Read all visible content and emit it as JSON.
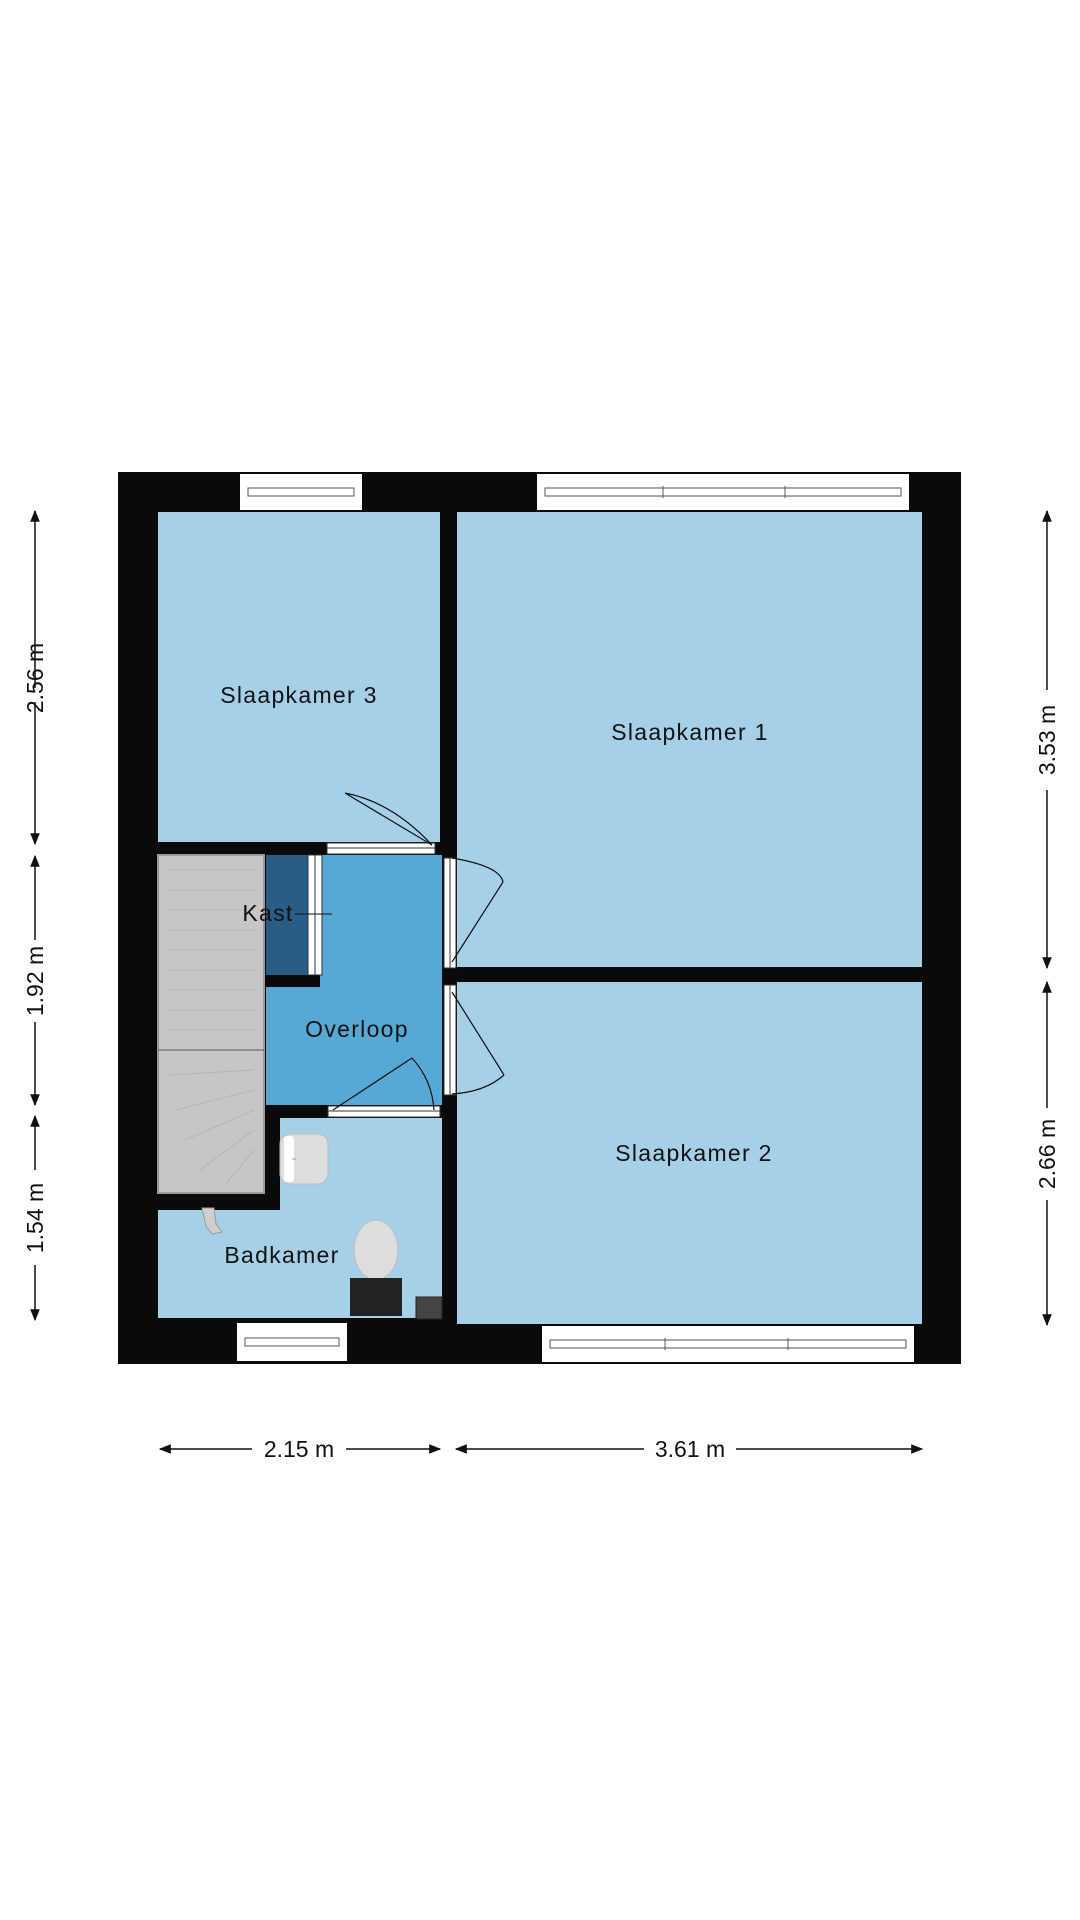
{
  "colors": {
    "wall": "#0a0a0a",
    "room": "#a5d0e8",
    "landing": "#56a8d5",
    "closet": "#2a5d85",
    "stairs": "#c6c6c6",
    "fixture": "#dddddd",
    "window": "#ffffff"
  },
  "rooms": {
    "slaapkamer_3": "Slaapkamer 3",
    "slaapkamer_1": "Slaapkamer 1",
    "slaapkamer_2": "Slaapkamer 2",
    "kast": "Kast",
    "overloop": "Overloop",
    "badkamer": "Badkamer"
  },
  "dimensions": {
    "left": [
      "2.56 m",
      "1.92 m",
      "1.54 m"
    ],
    "right": [
      "3.53 m",
      "2.66 m"
    ],
    "bottom": [
      "2.15 m",
      "3.61 m"
    ]
  },
  "icons": [
    "arrow-head-icon",
    "door-swing-icon",
    "window-icon",
    "staircase-icon",
    "toilet-icon",
    "sink-icon",
    "faucet-icon"
  ]
}
